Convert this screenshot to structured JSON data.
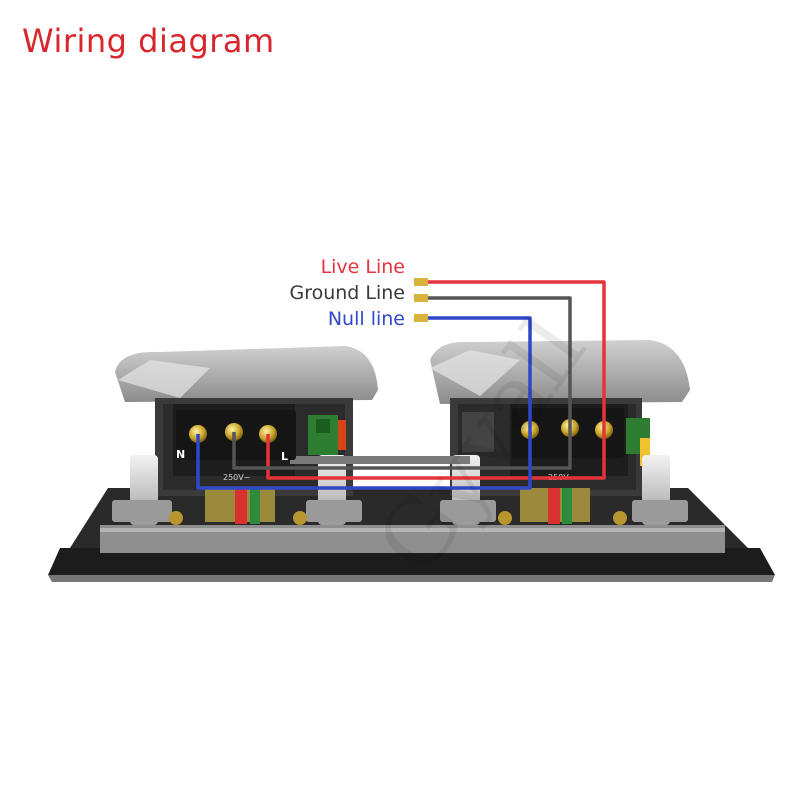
{
  "title": "Wiring diagram",
  "legend": {
    "live": "Live Line",
    "ground": "Ground Line",
    "null": "Null line"
  },
  "terminals": {
    "n": "N",
    "l": "L"
  },
  "rating": "250V~",
  "watermark": "Gyvall",
  "colors": {
    "title": "#d8262c",
    "live": "#e5333b",
    "ground": "#4a4a4a",
    "null": "#2f47c9"
  }
}
